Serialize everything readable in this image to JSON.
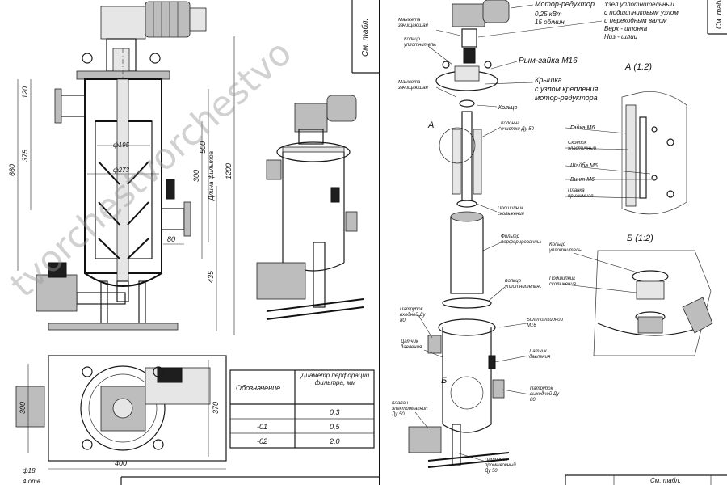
{
  "left_sheet": {
    "stamp": "См. табл.",
    "dimensions": {
      "d_inner": "ф195",
      "d_outer": "ф273",
      "height_660": "660",
      "height_375": "375",
      "height_120": "120",
      "height_500": "500",
      "height_1200": "1200",
      "height_300": "300",
      "filter_length": "Длина фильтра",
      "offset_80": "80",
      "height_435": "435",
      "plan_300": "300",
      "plan_370": "370",
      "plan_400": "400",
      "hole_d18": "ф18",
      "holes_count": "4 отв."
    },
    "table": {
      "headers": [
        "Обозначение",
        "Диаметр перфорации фильтра, мм"
      ],
      "rows": [
        [
          "",
          "0,3"
        ],
        [
          "-01",
          "0,5"
        ],
        [
          "-02",
          "2,0"
        ]
      ]
    }
  },
  "right_sheet": {
    "stamp": "См. табл.",
    "stamp_bottom": "См. табл.",
    "callouts": {
      "motor": "Мотор-редуктор",
      "motor_power": "0,25 кВт",
      "motor_speed": "15 об/мин",
      "seal_unit_1": "Узел уплотнительный",
      "seal_unit_2": "с подшипниковым узлом",
      "seal_unit_3": "и переходным валом",
      "seal_unit_4": "Верх - шпонка",
      "seal_unit_5": "Низ - шлиц",
      "eyebolt": "Рым-гайка М16",
      "cover_1": "Крышка",
      "cover_2": "с узлом крепления",
      "cover_3": "мотор-редуктора",
      "gasket_top": "Манжета зачищающая",
      "ring_seal": "Кольцо уплотнительное",
      "gasket_2": "Манжета зачищающая",
      "ring": "Кольцо",
      "cleaning_column": "Колонна очистки Ду 50",
      "bearing_ring": "Подшипник скольжения",
      "filter": "Фильтр перфорированный",
      "ring_seal_2": "Кольцо уплотнительное",
      "bolt": "Болт откидной М16",
      "inlet": "Патрубок входной Ду 80",
      "level_sensor_1": "Датчик давления",
      "level_sensor_2": "Датчик давления",
      "outlet": "Патрубок выходной Ду 80",
      "valve": "Клапан электромагнитный Ду 50",
      "drain": "Патрубок промывочный Ду 50",
      "label_a": "А",
      "label_b": "Б",
      "detail_a_title": "А (1:2)",
      "detail_b_title": "Б (1:2)",
      "detail_a_nut": "Гайка М6",
      "detail_a_scraper": "Скребок эластичный",
      "detail_a_washer": "Шайба М6",
      "detail_a_screw": "Винт М6",
      "detail_a_plate": "Планка прижимная",
      "detail_b_ring": "Кольцо уплотнительное",
      "detail_b_bearing": "Подшипник скольжения"
    }
  },
  "watermark": "tvorchestvorchestvo"
}
